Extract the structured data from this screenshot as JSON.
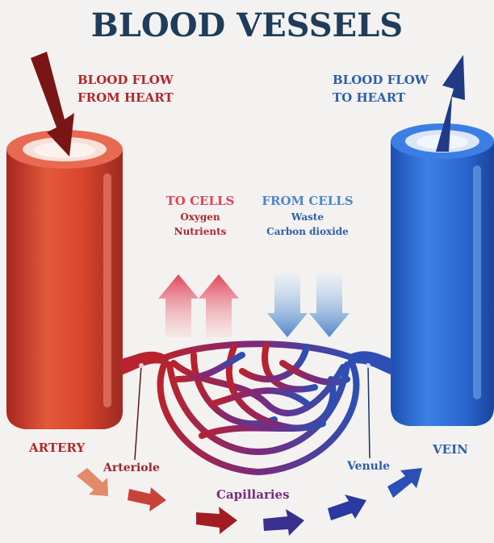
{
  "title": "BLOOD VESSELS",
  "labels": {
    "flow_from_heart_line1": "BLOOD FLOW",
    "flow_from_heart_line2": "FROM HEART",
    "flow_to_heart_line1": "BLOOD FLOW",
    "flow_to_heart_line2": "TO HEART",
    "to_cells": "TO CELLS",
    "to_cells_item1": "Oxygen",
    "to_cells_item2": "Nutrients",
    "from_cells": "FROM CELLS",
    "from_cells_item1": "Waste",
    "from_cells_item2": "Carbon dioxide",
    "artery": "ARTERY",
    "arteriole": "Arteriole",
    "capillaries": "Capillaries",
    "venule": "Venule",
    "vein": "VEIN"
  },
  "colors": {
    "artery": "#d9452c",
    "vein": "#2f6fd6",
    "title": "#1f3d5a",
    "arrow_dark_red": "#7a1515",
    "arrow_dark_blue": "#213a86"
  }
}
